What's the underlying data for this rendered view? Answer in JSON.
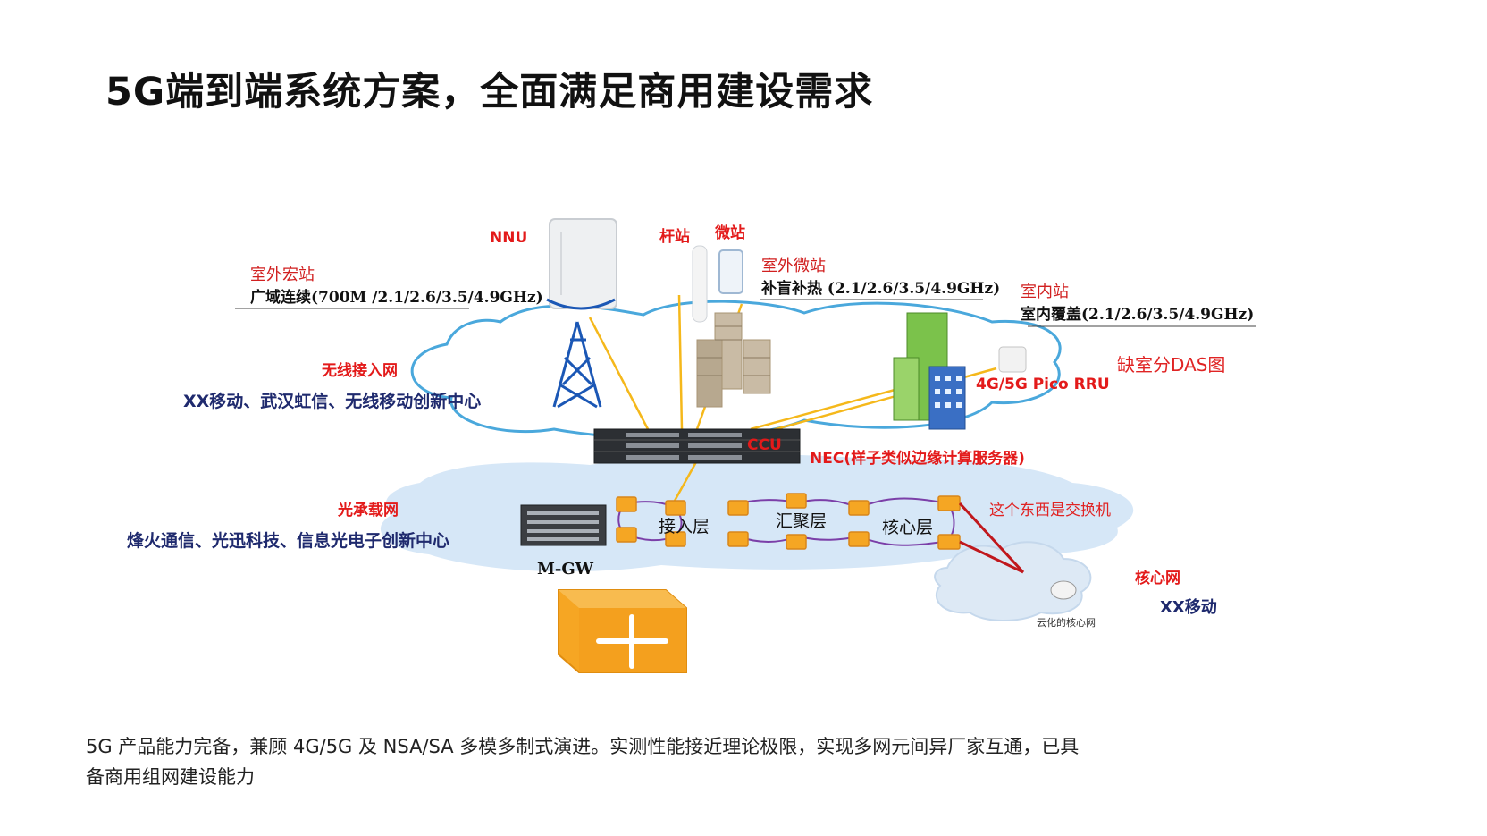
{
  "title": "5G端到端系统方案，全面满足商用建设需求",
  "labels": {
    "nnu": "NNU",
    "pole_station": "杆站",
    "micro_station": "微站",
    "outdoor_macro_title": "室外宏站",
    "outdoor_macro_desc": "广域连续(700M /2.1/2.6/3.5/4.9GHz)",
    "outdoor_micro_title": "室外微站",
    "outdoor_micro_desc": "补盲补热 (2.1/2.6/3.5/4.9GHz)",
    "indoor_title": "室内站",
    "indoor_desc": "室内覆盖(2.1/2.6/3.5/4.9GHz)",
    "wireless_access": "无线接入网",
    "wireless_partners": "XX移动、武汉虹信、无线移动创新中心",
    "missing_das": "缺室分DAS图",
    "pico_rru": "4G/5G Pico RRU",
    "ccu": "CCU",
    "nec": "NEC(样子类似边缘计算服务器)",
    "optical_network": "光承载网",
    "optical_partners": "烽火通信、光迅科技、信息光电子创新中心",
    "mgw": "M-GW",
    "access_layer": "接入层",
    "aggregation_layer": "汇聚层",
    "core_layer": "核心层",
    "switch_note": "这个东西是交换机",
    "core_network": "核心网",
    "core_partner": "XX移动",
    "cloud_core": "云化的核心网"
  },
  "footer": "5G 产品能力完备，兼顾 4G/5G 及 NSA/SA 多模多制式演进。实测性能接近理论极限，实现多网元间异厂家互通，已具备商用组网建设能力",
  "colors": {
    "cloud_fill": "#d6e7f7",
    "cloud_stroke": "#4aa8dc",
    "link_yellow": "#f5b81b",
    "ring_purple": "#7b3fa8",
    "router_orange": "#f5a623",
    "red": "#e31a1a",
    "navy": "#1f2a6e"
  }
}
